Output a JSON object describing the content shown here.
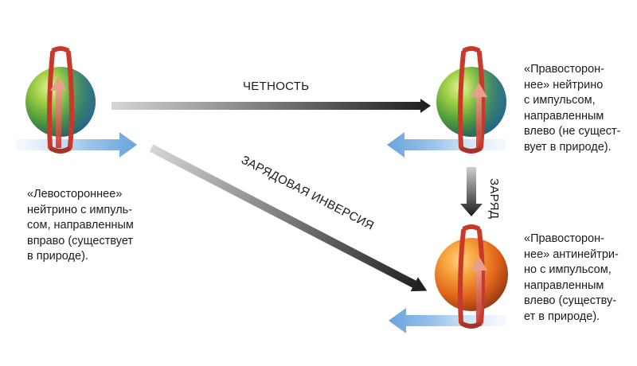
{
  "arrows": {
    "parity_label": "ЧЕТНОСТЬ",
    "charge_inversion_label": "ЗАРЯДОВАЯ ИНВЕРСИЯ",
    "charge_label": "ЗАРЯД"
  },
  "particles": {
    "left_handed_neutrino": {
      "caption": [
        "«Левостороннее»",
        "нейтрино с импуль-",
        "сом, направленным",
        "вправо (существует",
        "в природе)."
      ]
    },
    "right_handed_neutrino": {
      "caption": [
        "«Правосторон-",
        "нее» нейтрино",
        "с импульсом,",
        "направленным",
        "влево (не сущест-",
        "вует в природе)."
      ]
    },
    "right_handed_antineutrino": {
      "caption": [
        "«Правосторон-",
        "нее» антинейтри-",
        "но с импульсом,",
        "направленным",
        "влево (существу-",
        "ет в природе)."
      ]
    }
  },
  "colors": {
    "neutrino_sphere": "#5fae3c",
    "antineutrino_sphere": "#e8681c",
    "spin_arrow": "#c8392b",
    "momentum_arrow": "#6fa8dc",
    "transform_arrow": "#2a2a2a"
  }
}
